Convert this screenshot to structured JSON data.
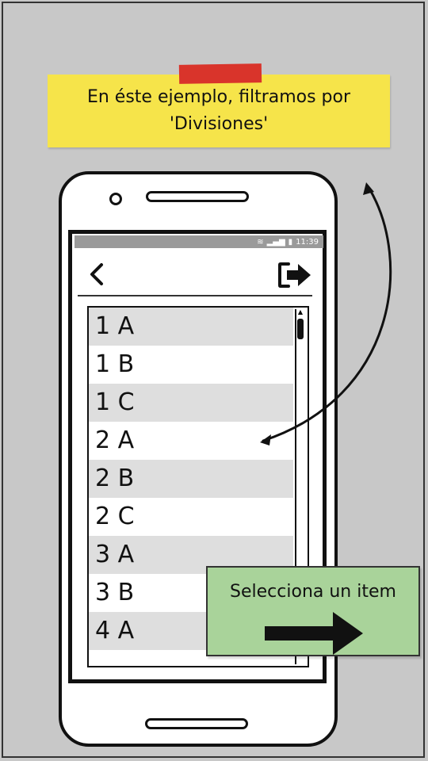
{
  "note": {
    "text": "En éste ejemplo, filtramos por\n'Divisiones'",
    "tape_color": "#d9342b",
    "color": "#f6e44a"
  },
  "statusbar": {
    "time": "11:39",
    "icons": [
      "wifi-icon",
      "signal-icon",
      "battery-icon"
    ]
  },
  "toolbar": {
    "back_icon": "chevron-left-icon",
    "exit_icon": "exit-icon"
  },
  "list": {
    "items": [
      "1 A",
      "1 B",
      "1 C",
      "2 A",
      "2 B",
      "2 C",
      "3 A",
      "3 B",
      "4 A",
      ""
    ]
  },
  "callout": {
    "text": "Selecciona un item",
    "icon": "arrow-right-icon",
    "color": "#a9d39a"
  }
}
